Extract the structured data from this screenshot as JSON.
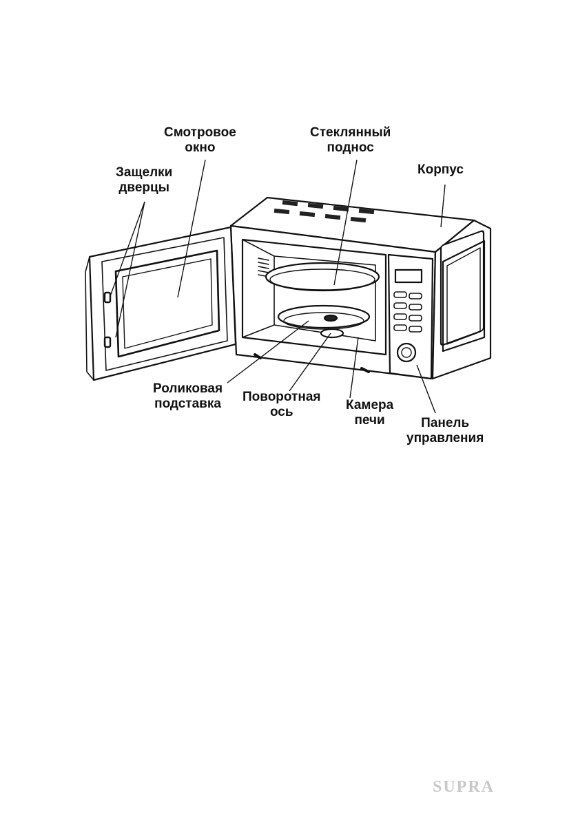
{
  "labels": {
    "viewing_window": [
      "Смотровое",
      "окно"
    ],
    "glass_tray": [
      "Стеклянный",
      "поднос"
    ],
    "door_latches": [
      "Защелки",
      "дверцы"
    ],
    "housing": [
      "Корпус"
    ],
    "roller_ring": [
      "Роликовая",
      "подставка"
    ],
    "turntable_shaft": [
      "Поворотная",
      "ось"
    ],
    "oven_cavity": [
      "Камера",
      "печи"
    ],
    "control_panel": [
      "Панель",
      "управления"
    ]
  },
  "brand": "SUPRA",
  "colors": {
    "ink": "#111111",
    "brand": "#c8c8c8"
  }
}
